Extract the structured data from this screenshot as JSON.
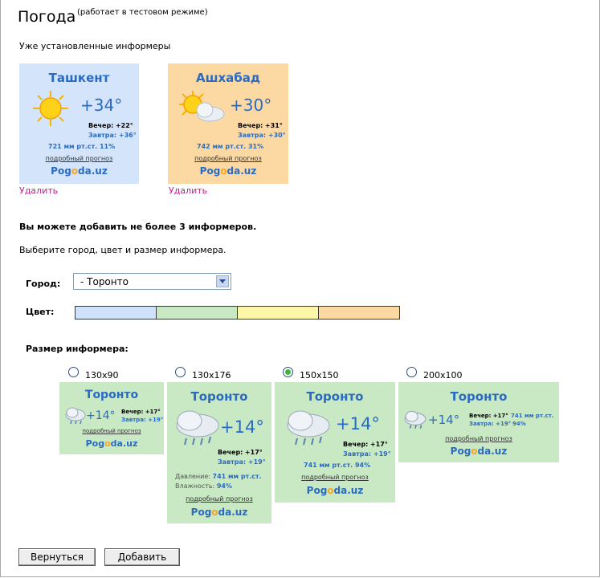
{
  "page": {
    "title": "Погода",
    "title_note": "(работает в тестовом режиме)",
    "installed_label": "Уже установленные информеры"
  },
  "installed": [
    {
      "city": "Ташкент",
      "temp": "+34°",
      "icon": "sun-icon",
      "evening_label": "Вечер:",
      "evening_value": "+22°",
      "tomorrow_label": "Завтра:",
      "tomorrow_value": "+36°",
      "pressure": "721 мм рт.ст. 11%",
      "details_link": "подробный прогноз",
      "logo_pre": "Pog",
      "logo_o": "o",
      "logo_post": "da.uz",
      "bg": "#d4e4fb",
      "delete_label": "Удалить"
    },
    {
      "city": "Ашхабад",
      "temp": "+30°",
      "icon": "sun-cloud-icon",
      "evening_label": "Вечер:",
      "evening_value": "+31°",
      "tomorrow_label": "Завтра:",
      "tomorrow_value": "+30°",
      "pressure": "742 мм рт.ст. 31%",
      "details_link": "подробный прогноз",
      "logo_pre": "Pog",
      "logo_o": "o",
      "logo_post": "da.uz",
      "bg": "#fcd9a3",
      "delete_label": "Удалить"
    }
  ],
  "notice": "Вы можете добавить не более 3 информеров.",
  "choose": "Выберите город, цвет и размер информера.",
  "form": {
    "city_label": "Город:",
    "city_value": "- Торонто",
    "color_label": "Цвет:",
    "colors": [
      "#cfe2fb",
      "#c9e8c4",
      "#fcf7a8",
      "#fcd9a3"
    ],
    "size_label": "Размер информера:"
  },
  "sizes": [
    {
      "label": "130x90",
      "selected": false
    },
    {
      "label": "130x176",
      "selected": false
    },
    {
      "label": "150x150",
      "selected": true
    },
    {
      "label": "200x100",
      "selected": false
    }
  ],
  "preview": {
    "city": "Торонто",
    "temp": "+14°",
    "icon": "rain-cloud-icon",
    "evening_label": "Вечер:",
    "evening_value": "+17°",
    "tomorrow_label": "Завтра:",
    "tomorrow_value": "+19°",
    "pressure_label": "Давление:",
    "pressure_value": "741 мм рт.ст.",
    "humidity_label": "Влажность:",
    "humidity_value": "94%",
    "pressure_line": "741 мм рт.ст. 94%",
    "pressure_short": "741 мм рт.ст.",
    "humidity_short": "94%",
    "details_link": "подробный прогноз",
    "logo_pre": "Pog",
    "logo_o": "o",
    "logo_post": "da.uz",
    "bg": "#c9e8c4"
  },
  "buttons": {
    "back": "Вернуться",
    "add": "Добавить"
  }
}
